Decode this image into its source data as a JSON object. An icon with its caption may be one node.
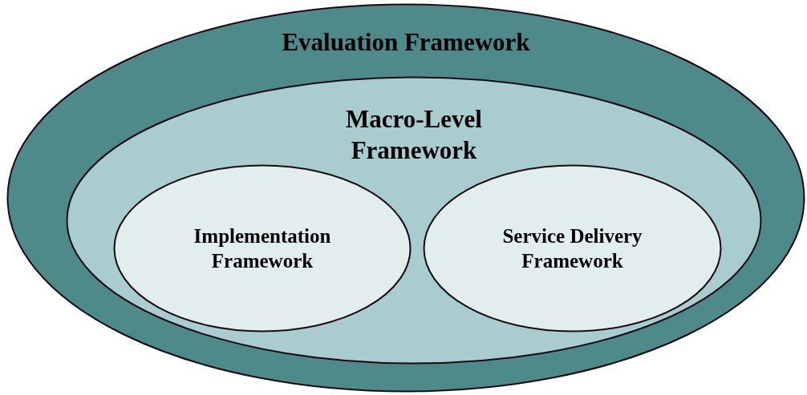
{
  "diagram": {
    "nodes": [
      {
        "text": [
          "Evaluation Framework"
        ]
      },
      {
        "text": [
          "Macro-Level Framework"
        ],
        "in": 0
      },
      {
        "text": [
          "Implementation Framework"
        ],
        "in": 1
      },
      {
        "text": [
          "Service Delivery Framework"
        ],
        "in": 1
      }
    ]
  }
}
